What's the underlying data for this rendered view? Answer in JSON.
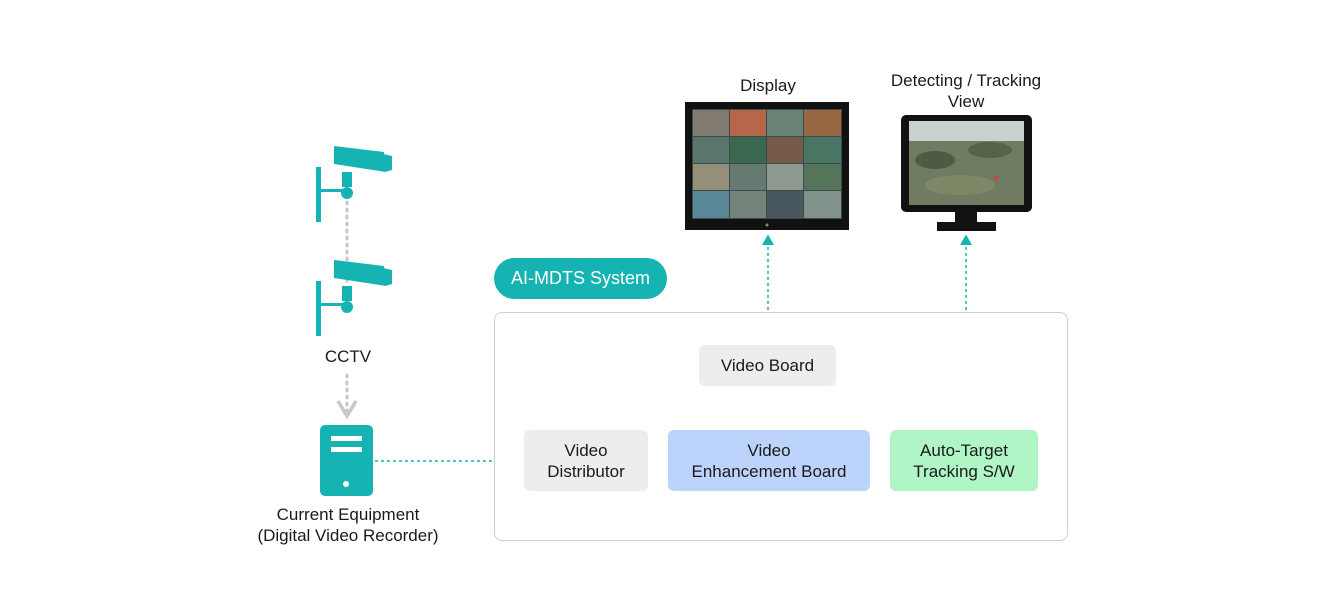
{
  "colors": {
    "teal": "#16b3b3",
    "gray_box": "#ededed",
    "blue_box": "#bcd3fb",
    "green_box": "#b0f5c6",
    "frame_border": "#cfcfcf",
    "dotted_gray": "#c8c8c8"
  },
  "left": {
    "cctv_label": "CCTV",
    "equipment_label": "Current Equipment\n(Digital Video Recorder)"
  },
  "system": {
    "badge": "AI-MDTS System",
    "video_board": "Video Board",
    "video_distributor": "Video\nDistributor",
    "video_enhancement": "Video\nEnhancement Board",
    "auto_target": "Auto-Target\nTracking S/W"
  },
  "monitors": {
    "display_label": "Display",
    "tracking_label": "Detecting / Tracking\nView"
  },
  "icons": [
    "cctv-camera-icon",
    "dvr-server-icon",
    "tv-monitor-icon",
    "pc-monitor-icon"
  ]
}
